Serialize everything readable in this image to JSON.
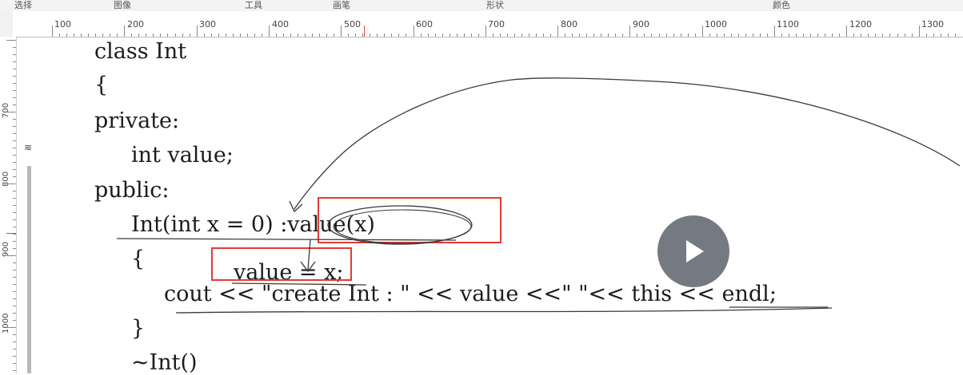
{
  "menu": {
    "items": [
      "选择",
      "图像",
      "工具",
      "画笔",
      "形状",
      "颜色"
    ]
  },
  "ruler": {
    "horizontal_labels": [
      "100",
      "200",
      "300",
      "400",
      "500",
      "600",
      "700",
      "800",
      "900",
      "1000",
      "1100",
      "1200",
      "1300"
    ],
    "vertical_labels": [
      "700",
      "800",
      "900",
      "1000"
    ]
  },
  "code": {
    "lines": [
      "class Int",
      "{",
      "private:",
      "int value;",
      "public:",
      "Int(int x = 0) :value(x)",
      "{",
      "value = x;",
      "cout << \"create Int : \" << value <<\" \"<< this << endl;",
      "}",
      "~Int()"
    ]
  },
  "annotations": {
    "highlight_color": "#e53935",
    "ink_color": "#3a3a3a"
  },
  "player": {
    "icon": "play-icon",
    "button_color": "#696e76"
  }
}
